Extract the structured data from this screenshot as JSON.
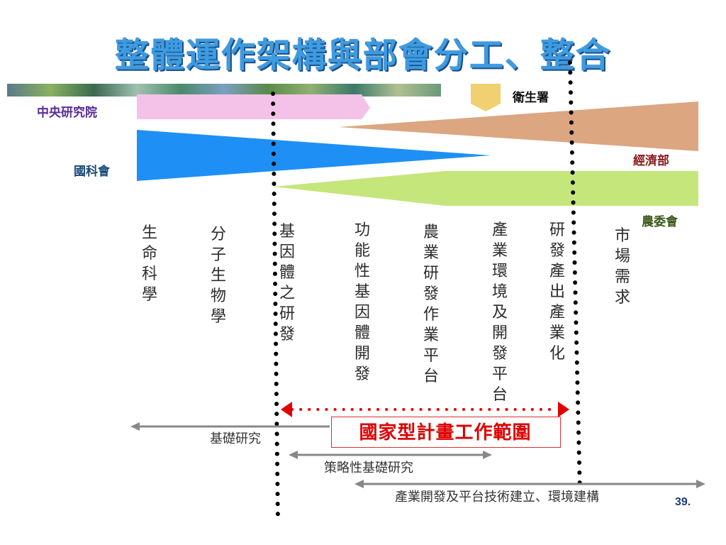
{
  "title": "整體運作架構與部會分工、整合",
  "agencies": {
    "academia_sinica": "中央研究院",
    "nsc": "國科會",
    "health": "衛生署",
    "economic": "經濟部",
    "agriculture": "農委會"
  },
  "stages": [
    "生命科學",
    "分子生物學",
    "基因體之研發",
    "功能性基因體開發",
    "農業研發作業平台",
    "產業環境及開發平台",
    "研發產出產業化",
    "市場需求"
  ],
  "ranges": {
    "basic": "基礎研究",
    "strategic": "策略性基礎研究",
    "industry": "產業開發及平台技術建立、環境建構"
  },
  "scope_label": "國家型計畫工作範圍",
  "page_number": "39.",
  "colors": {
    "title": "#3d9be0",
    "academia_sinica": "#f4c2e8",
    "nsc": "#1e90f5",
    "health": "#f0d070",
    "economic": "#dca680",
    "agriculture": "#c5e67a",
    "scope": "#e00000"
  }
}
